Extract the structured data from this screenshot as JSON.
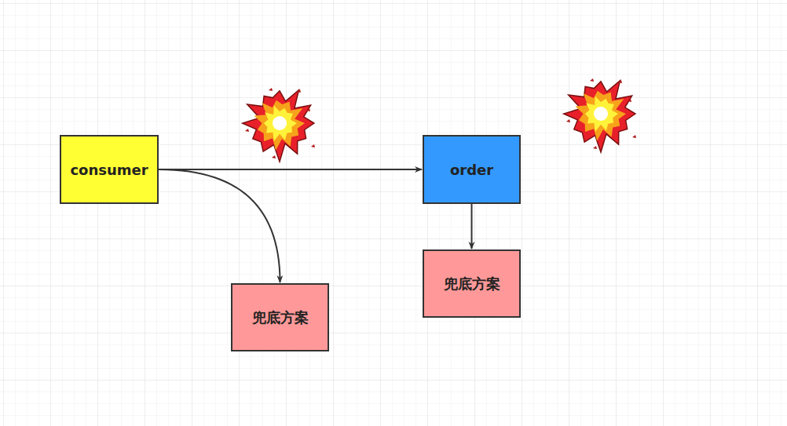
{
  "diagram": {
    "nodes": [
      {
        "text": [
          "consumer"
        ]
      },
      {
        "text": [
          "order"
        ]
      },
      {
        "text": [
          "兜底方案"
        ]
      },
      {
        "text": [
          "兜底方案"
        ]
      }
    ],
    "edges": [
      {
        "from": 0,
        "to": 1,
        "arrow": "to"
      },
      {
        "from": 0,
        "to": 3,
        "arrow": "to"
      },
      {
        "from": 1,
        "to": 2,
        "arrow": "to"
      }
    ]
  }
}
